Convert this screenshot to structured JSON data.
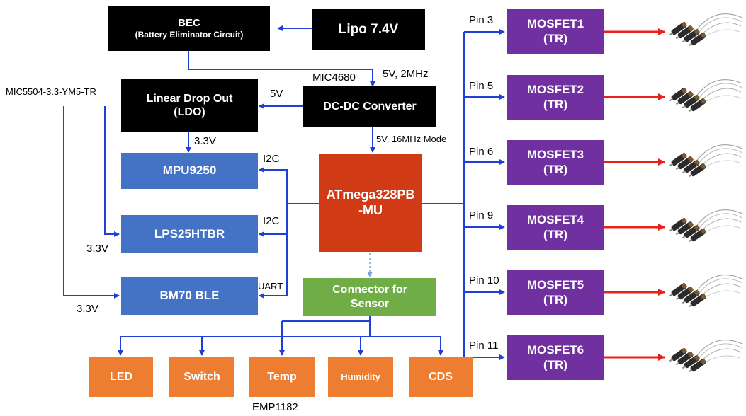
{
  "blocks": {
    "bec": {
      "title": "BEC",
      "subtitle": "(Battery Eliminator Circuit)"
    },
    "lipo": {
      "title": "Lipo 7.4V"
    },
    "ldo": {
      "title": "Linear Drop Out",
      "subtitle": "(LDO)"
    },
    "dcdc": {
      "title": "DC-DC Converter"
    },
    "mpu": {
      "title": "MPU9250"
    },
    "lps": {
      "title": "LPS25HTBR"
    },
    "bm70": {
      "title": "BM70 BLE"
    },
    "mcu": {
      "title": "ATmega328PB",
      "subtitle": "-MU"
    },
    "connector": {
      "title": "Connector for",
      "subtitle": "Sensor"
    },
    "sensors": [
      "LED",
      "Switch",
      "Temp",
      "Humidity",
      "CDS"
    ]
  },
  "mosfets": [
    {
      "pin": "Pin 3",
      "name": "MOSFET1",
      "sub": "(TR)"
    },
    {
      "pin": "Pin 5",
      "name": "MOSFET2",
      "sub": "(TR)"
    },
    {
      "pin": "Pin 6",
      "name": "MOSFET3",
      "sub": "(TR)"
    },
    {
      "pin": "Pin 9",
      "name": "MOSFET4",
      "sub": "(TR)"
    },
    {
      "pin": "Pin 10",
      "name": "MOSFET5",
      "sub": "(TR)"
    },
    {
      "pin": "Pin 11",
      "name": "MOSFET6",
      "sub": "(TR)"
    }
  ],
  "labels": {
    "mic5504": "MIC5504-3.3-YM5-TR",
    "mic4680": "MIC4680",
    "v5_2mhz": "5V, 2MHz",
    "v5": "5V",
    "v33_top": "3.3V",
    "v5_16mhz": "5V, 16MHz Mode",
    "i2c_1": "I2C",
    "i2c_2": "I2C",
    "uart": "UART",
    "v33_lps": "3.3V",
    "v33_bm70": "3.3V",
    "emp1182": "EMP1182"
  },
  "colors": {
    "wire_blue": "#1f3fd6",
    "wire_red": "#e8221b",
    "wire_dotted": "#7aa6d6"
  },
  "icons": {
    "motor": "coreless-motor-icon"
  }
}
